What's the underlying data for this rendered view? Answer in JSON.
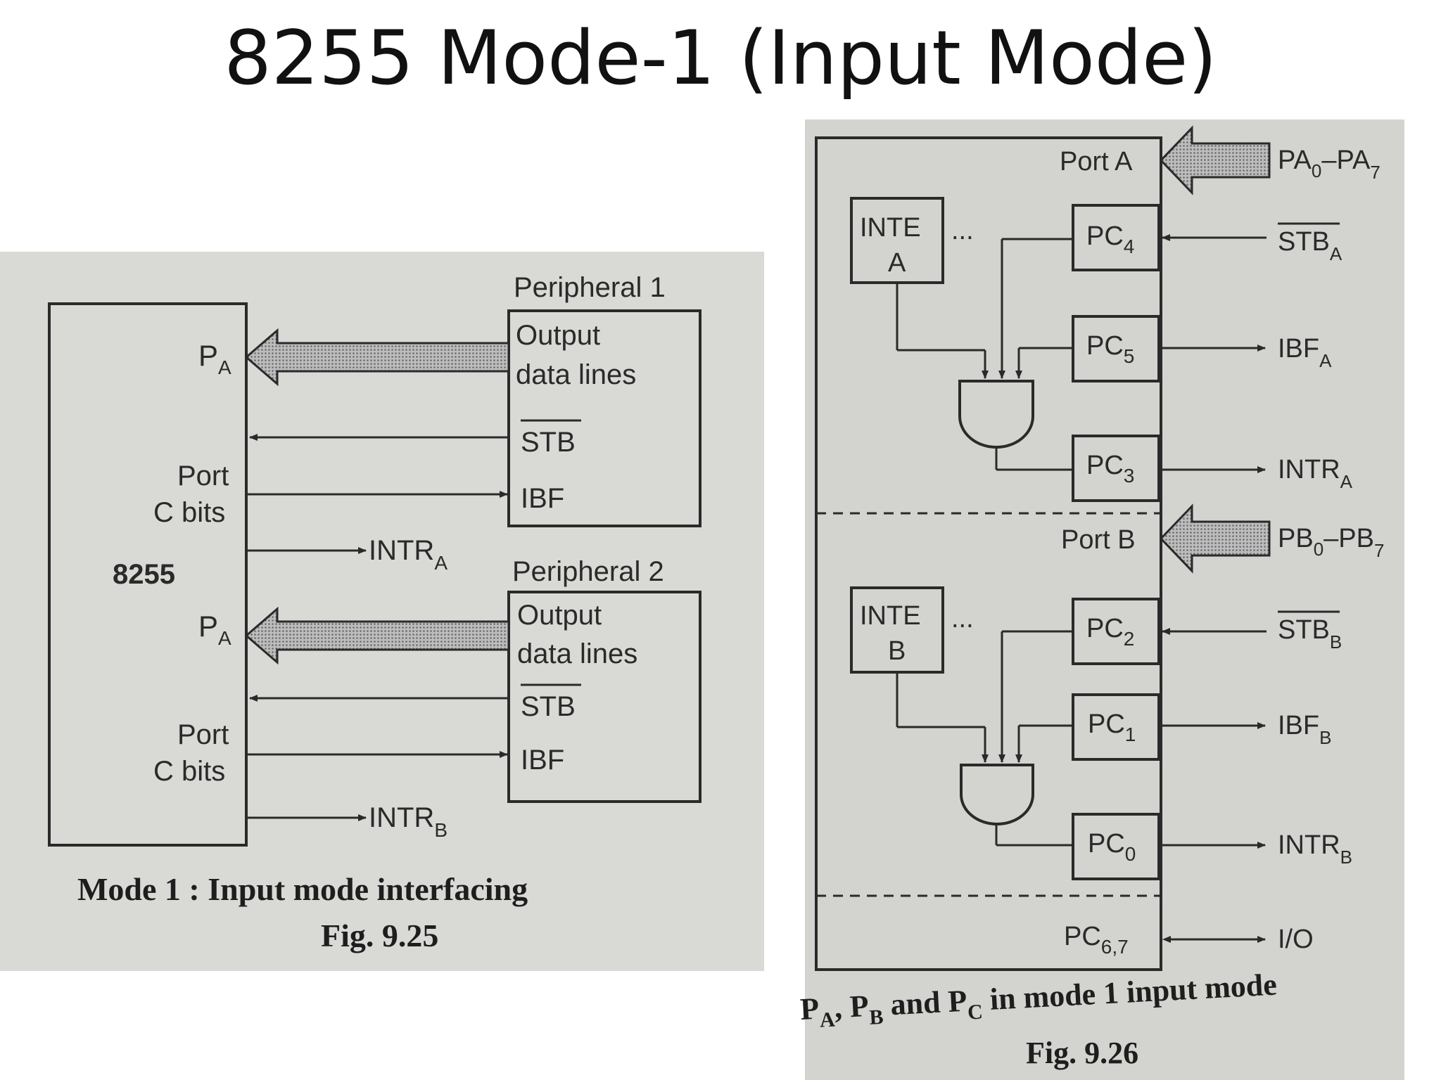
{
  "slide": {
    "title": "8255 Mode-1 (Input Mode)"
  },
  "fig_left": {
    "chip_label": "8255",
    "pa": "P",
    "pa_sub": "A",
    "port": "Port",
    "cbits": "C bits",
    "peripheral1": "Peripheral 1",
    "peripheral2": "Peripheral 2",
    "output": "Output",
    "data_lines": "data lines",
    "stb": "STB",
    "ibf": "IBF",
    "intr": "INTR",
    "intr_a_sub": "A",
    "intr_b_sub": "B",
    "caption1": "Mode 1 : Input mode interfacing",
    "caption2": "Fig. 9.25"
  },
  "fig_right": {
    "port_a": "Port A",
    "port_b": "Port B",
    "inte": "INTE",
    "inte_a": "A",
    "inte_b": "B",
    "dots": "...",
    "pc": "PC",
    "pc4": "4",
    "pc5": "5",
    "pc3": "3",
    "pc2": "2",
    "pc1": "1",
    "pc0": "0",
    "pc67": "6,7",
    "pa_range_a": "PA",
    "pa_range_0": "0",
    "pa_range_dash": "–PA",
    "pa_range_7": "7",
    "pb_range_a": "PB",
    "pb_range_0": "0",
    "pb_range_dash": "–PB",
    "pb_range_7": "7",
    "stb": "STB",
    "ibf": "IBF",
    "intr": "INTR",
    "sig_a": "A",
    "sig_b": "B",
    "io": "I/O",
    "caption_p": "P",
    "caption_a": "A",
    "caption_comma": ", ",
    "caption_b": "B",
    "caption_and": " and ",
    "caption_c": "C",
    "caption_rest": " in mode 1 input mode",
    "caption2": "Fig. 9.26"
  }
}
